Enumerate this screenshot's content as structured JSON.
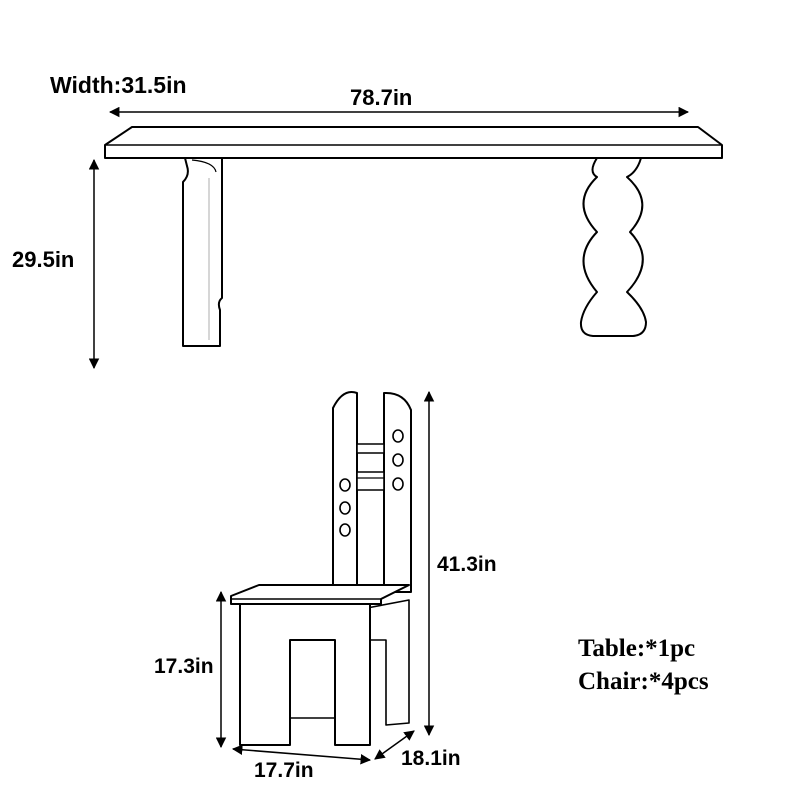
{
  "table": {
    "width_label": "Width:31.5in",
    "length_label": "78.7in",
    "height_label": "29.5in"
  },
  "chair": {
    "total_height_label": "41.3in",
    "seat_height_label": "17.3in",
    "seat_width_label": "17.7in",
    "seat_depth_label": "18.1in"
  },
  "quantities": {
    "table": "Table:*1pc",
    "chair": "Chair:*4pcs"
  },
  "colors": {
    "line": "#000000",
    "shade": "#d9d9d9"
  }
}
